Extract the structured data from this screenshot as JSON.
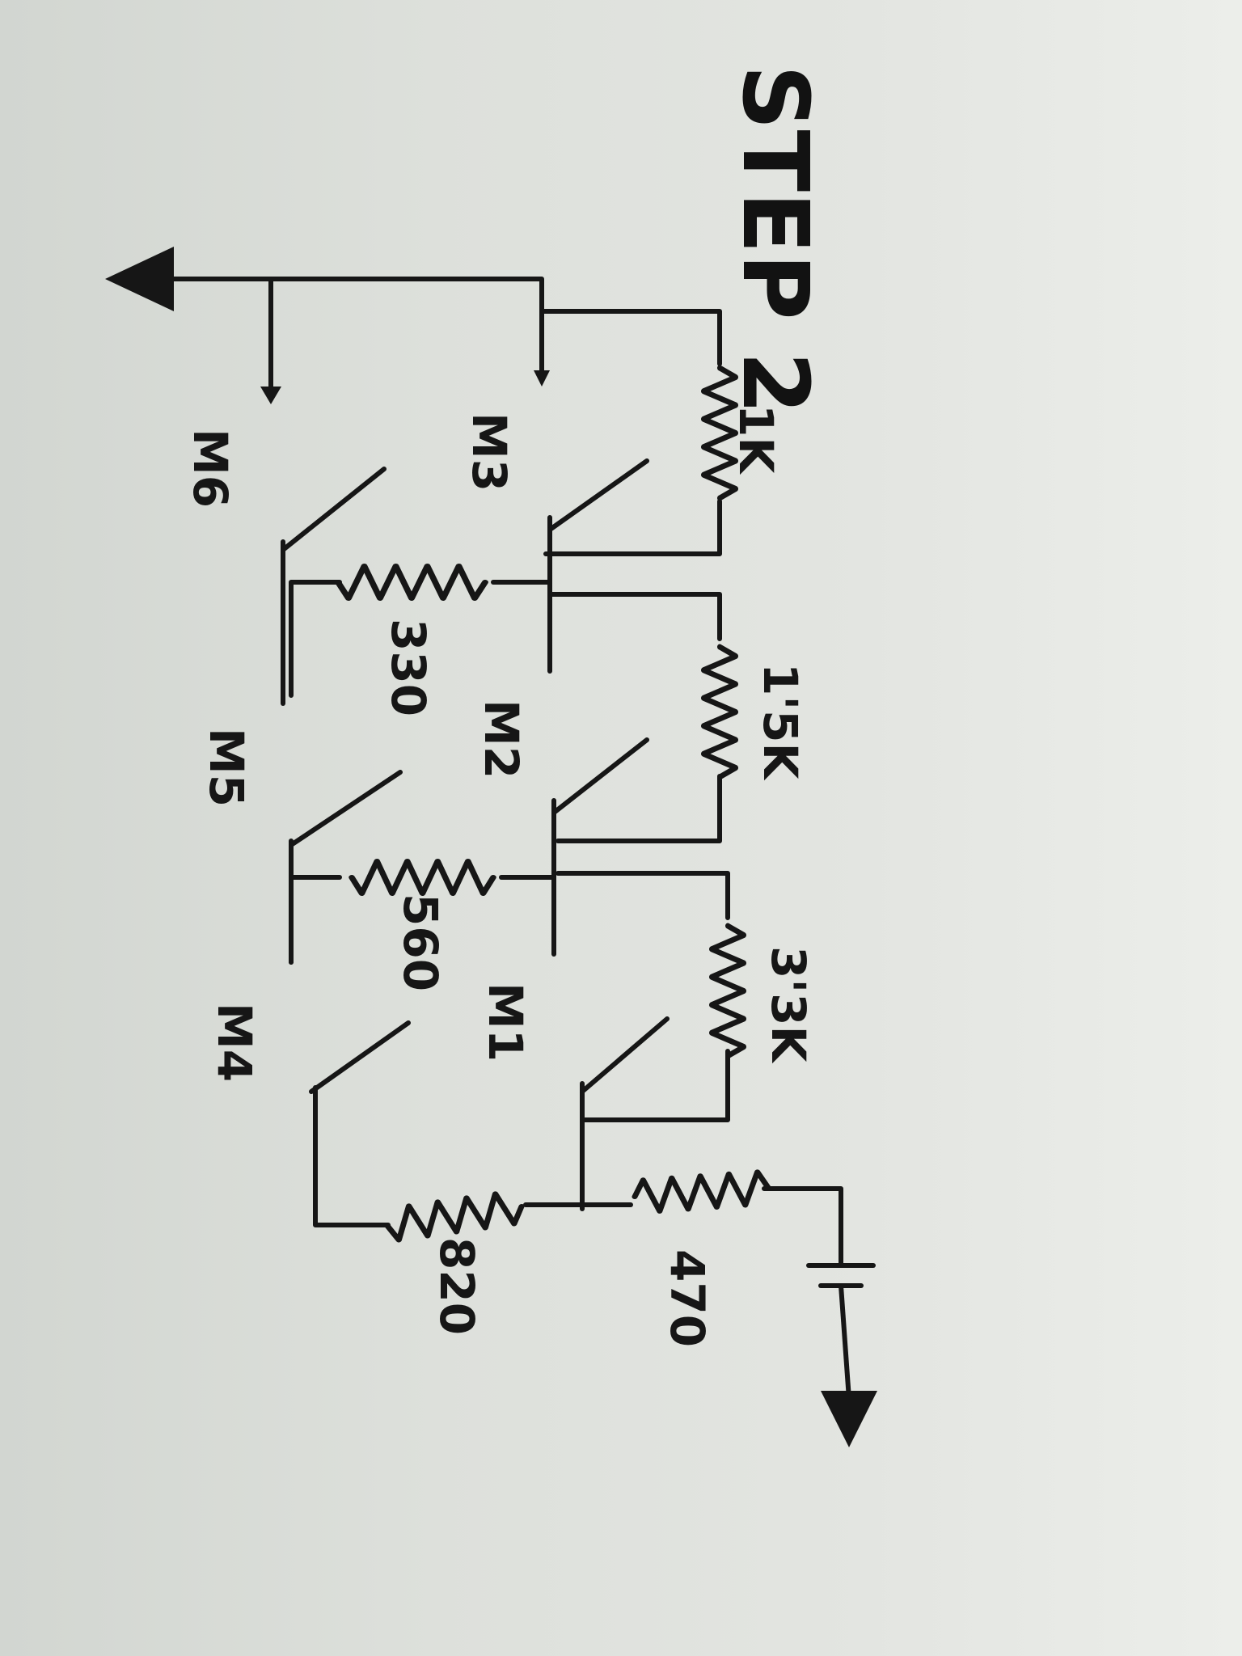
{
  "title": "STEP 2",
  "resistors": [
    {
      "id": "r1k",
      "value": "1K"
    },
    {
      "id": "r1_5k",
      "value": "1'5K"
    },
    {
      "id": "r3_3k",
      "value": "3'3K"
    },
    {
      "id": "r330",
      "value": "330"
    },
    {
      "id": "r560",
      "value": "560"
    },
    {
      "id": "r470",
      "value": "470"
    },
    {
      "id": "r820",
      "value": "820"
    }
  ],
  "switches": [
    {
      "id": "m1",
      "label": "M1"
    },
    {
      "id": "m2",
      "label": "M2"
    },
    {
      "id": "m3",
      "label": "M3"
    },
    {
      "id": "m4",
      "label": "M4"
    },
    {
      "id": "m5",
      "label": "M5"
    },
    {
      "id": "m6",
      "label": "M6"
    }
  ]
}
